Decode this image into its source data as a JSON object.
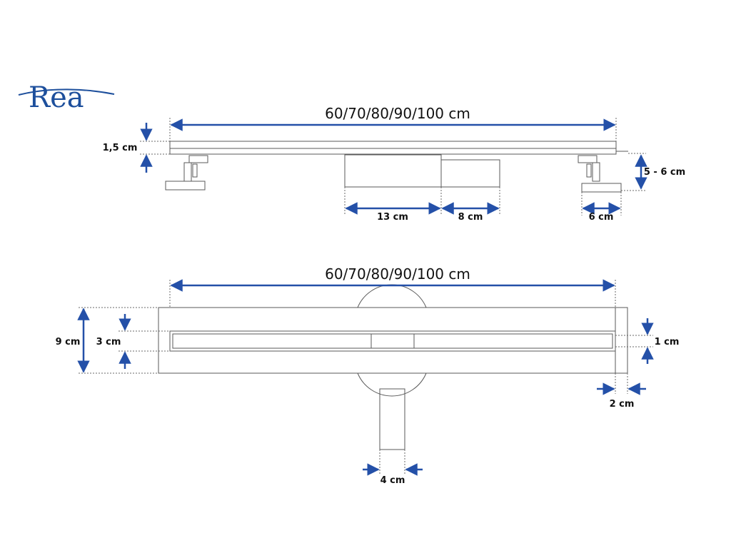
{
  "brand": {
    "name": "Rea",
    "color": "#1d4f9c"
  },
  "colors": {
    "dimension": "#2450a8",
    "outline": "#5a5a5a",
    "text": "#111111"
  },
  "side_view": {
    "length": "60/70/80/90/100 cm",
    "height": "1,5 cm",
    "foot_height": "5 - 6 cm",
    "outlet_length": "13 cm",
    "outlet_extension": "8 cm",
    "foot_width": "6 cm"
  },
  "top_view": {
    "length": "60/70/80/90/100 cm",
    "total_width": "9 cm",
    "channel_width": "3 cm",
    "grate_width": "1 cm",
    "end_margin": "2 cm",
    "pipe_diameter": "4 cm"
  }
}
